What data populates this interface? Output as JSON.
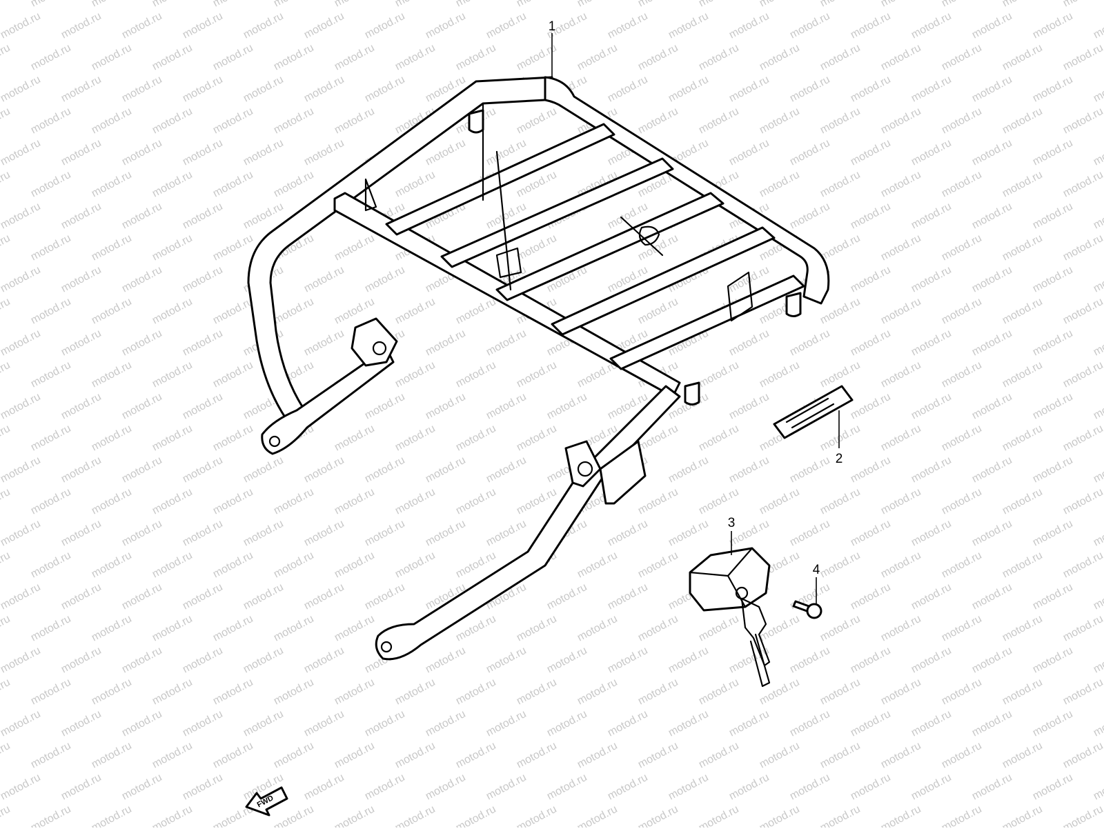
{
  "watermark": {
    "text": "motod.ru",
    "color": "#c8c8c8"
  },
  "callouts": [
    {
      "id": "1",
      "label": "1",
      "part": "carrier-rack"
    },
    {
      "id": "2",
      "label": "2",
      "part": "warning-label"
    },
    {
      "id": "3",
      "label": "3",
      "part": "helmet-lock"
    },
    {
      "id": "4",
      "label": "4",
      "part": "screw"
    }
  ],
  "fwd_arrow": {
    "label": "FWD"
  },
  "icons": {
    "fwd": "fwd-arrow-icon",
    "keys": "key-icon"
  }
}
